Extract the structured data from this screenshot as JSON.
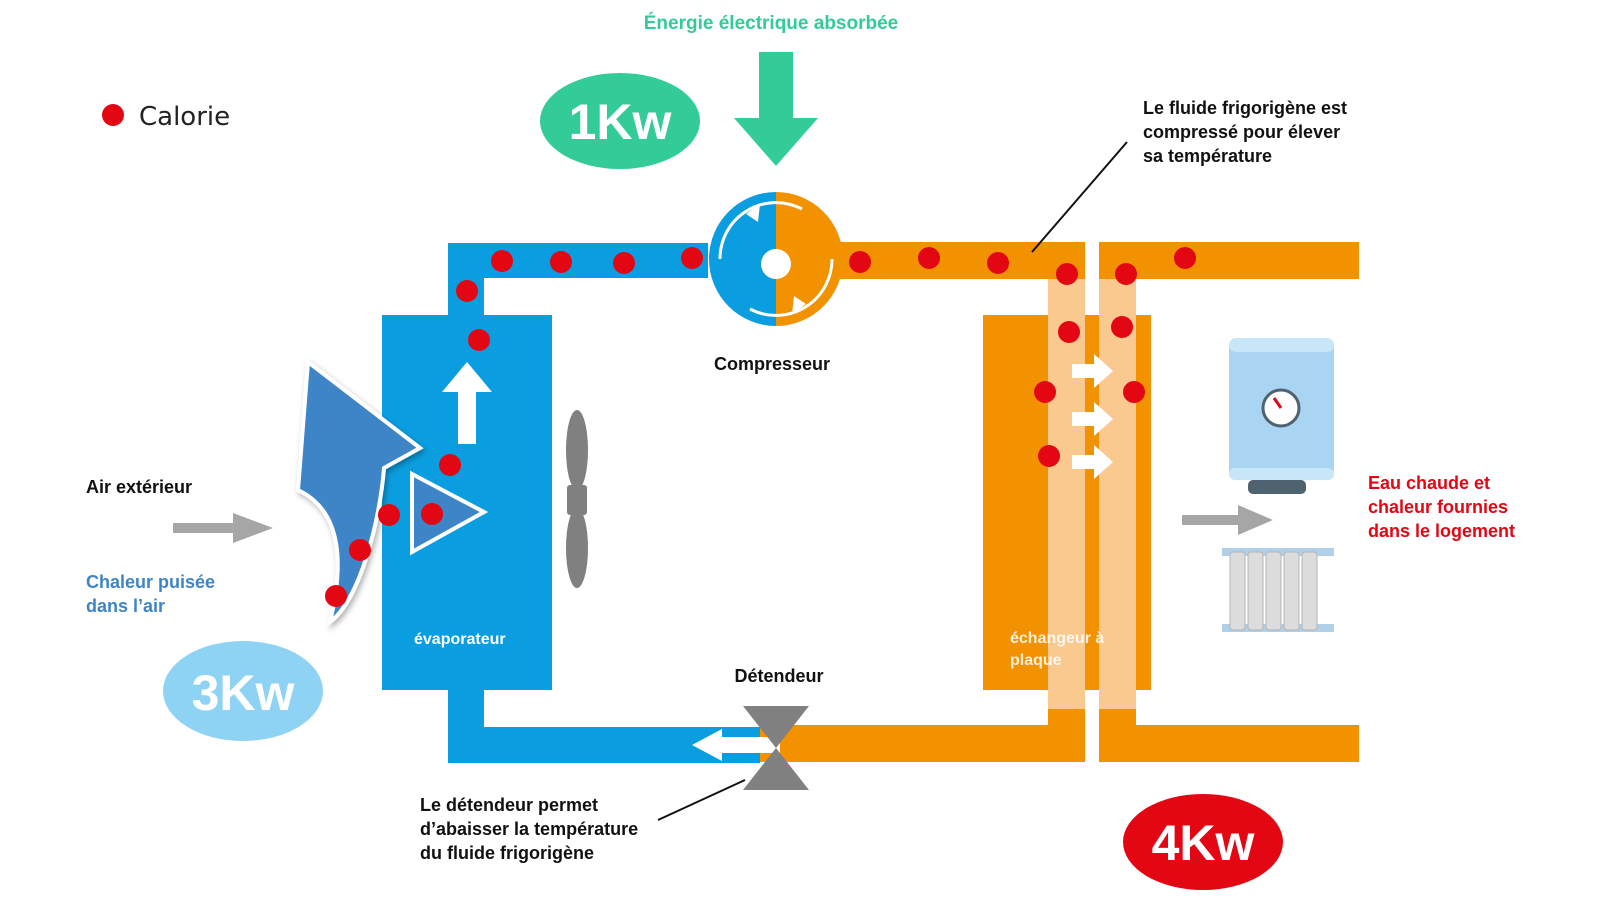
{
  "legend": {
    "label": "Calorie",
    "dot_color": "#e30613"
  },
  "energy": {
    "electric_label": "Énergie électrique absorbée",
    "electric_kw": "1Kw",
    "air_kw": "3Kw",
    "output_kw": "4Kw"
  },
  "labels": {
    "compressor": "Compresseur",
    "expansion_valve": "Détendeur",
    "evaporator": "évaporateur",
    "exchanger_line1": "échangeur à",
    "exchanger_line2": "plaque",
    "outside_air": "Air extérieur",
    "heat_drawn_line1": "Chaleur puisée",
    "heat_drawn_line2": "dans l’air",
    "compressed_line1": "Le fluide frigorigène est",
    "compressed_line2": "compressé pour élever",
    "compressed_line3": "sa température",
    "valve_note_line1": "Le détendeur permet",
    "valve_note_line2": "d’abaisser la température",
    "valve_note_line3": "du fluide frigorigène",
    "output_line1": "Eau chaude et",
    "output_line2": "chaleur fournies",
    "output_line3": "dans le logement"
  },
  "colors": {
    "cold_fluid": "#0a9ee0",
    "hot_fluid": "#f39200",
    "electric": "#33cc99",
    "air_heat": "#8fd3f4",
    "output_heat": "#e30613",
    "air_arrow": "#3d85c6",
    "gray": "#a6a6a6"
  },
  "icons": {
    "compressor": "compressor-icon",
    "expansion_valve": "expansion-valve-icon",
    "fan": "fan-icon",
    "water_heater": "water-heater-icon",
    "radiator": "radiator-icon"
  }
}
